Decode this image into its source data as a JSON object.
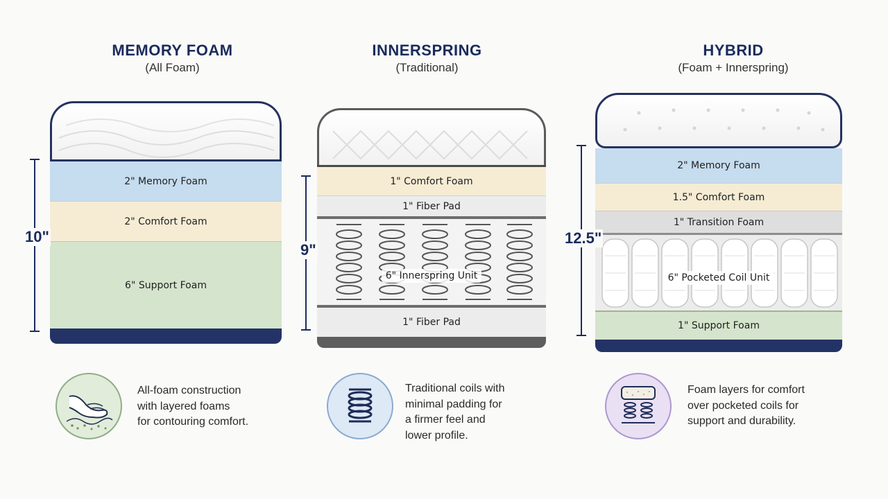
{
  "colors": {
    "navy": "#233366",
    "memory_foam": "#c6dcef",
    "comfort_foam": "#f6ecd4",
    "support_foam": "#d5e4cc",
    "fiber_pad": "#ececec",
    "transition_foam": "#dedede"
  },
  "mattresses": [
    {
      "title": "MEMORY FOAM",
      "subtitle": "(All Foam)",
      "height": "10\"",
      "layers": [
        "2\" Memory Foam",
        "2\" Comfort Foam",
        "6\" Support Foam"
      ],
      "icon": "hand-pressing-foam-icon",
      "description": [
        "All-foam construction",
        "with layered foams",
        "for contouring comfort."
      ]
    },
    {
      "title": "INNERSPRING",
      "subtitle": "(Traditional)",
      "height": "9\"",
      "layers": [
        "1\" Comfort Foam",
        "1\" Fiber Pad",
        "6\" Innerspring Unit",
        "1\" Fiber Pad"
      ],
      "icon": "coil-spring-icon",
      "description": [
        "Traditional coils with",
        "minimal padding for",
        "a firmer feel and",
        "lower profile."
      ]
    },
    {
      "title": "HYBRID",
      "subtitle": "(Foam + Innerspring)",
      "height": "12.5\"",
      "layers": [
        "2\" Memory Foam",
        "1.5\" Comfort Foam",
        "1\" Transition Foam",
        "6\" Pocketed Coil Unit",
        "1\" Support Foam"
      ],
      "icon": "foam-over-coils-icon",
      "description": [
        "Foam layers for comfort",
        "over pocketed coils for",
        "support and durability."
      ]
    }
  ]
}
